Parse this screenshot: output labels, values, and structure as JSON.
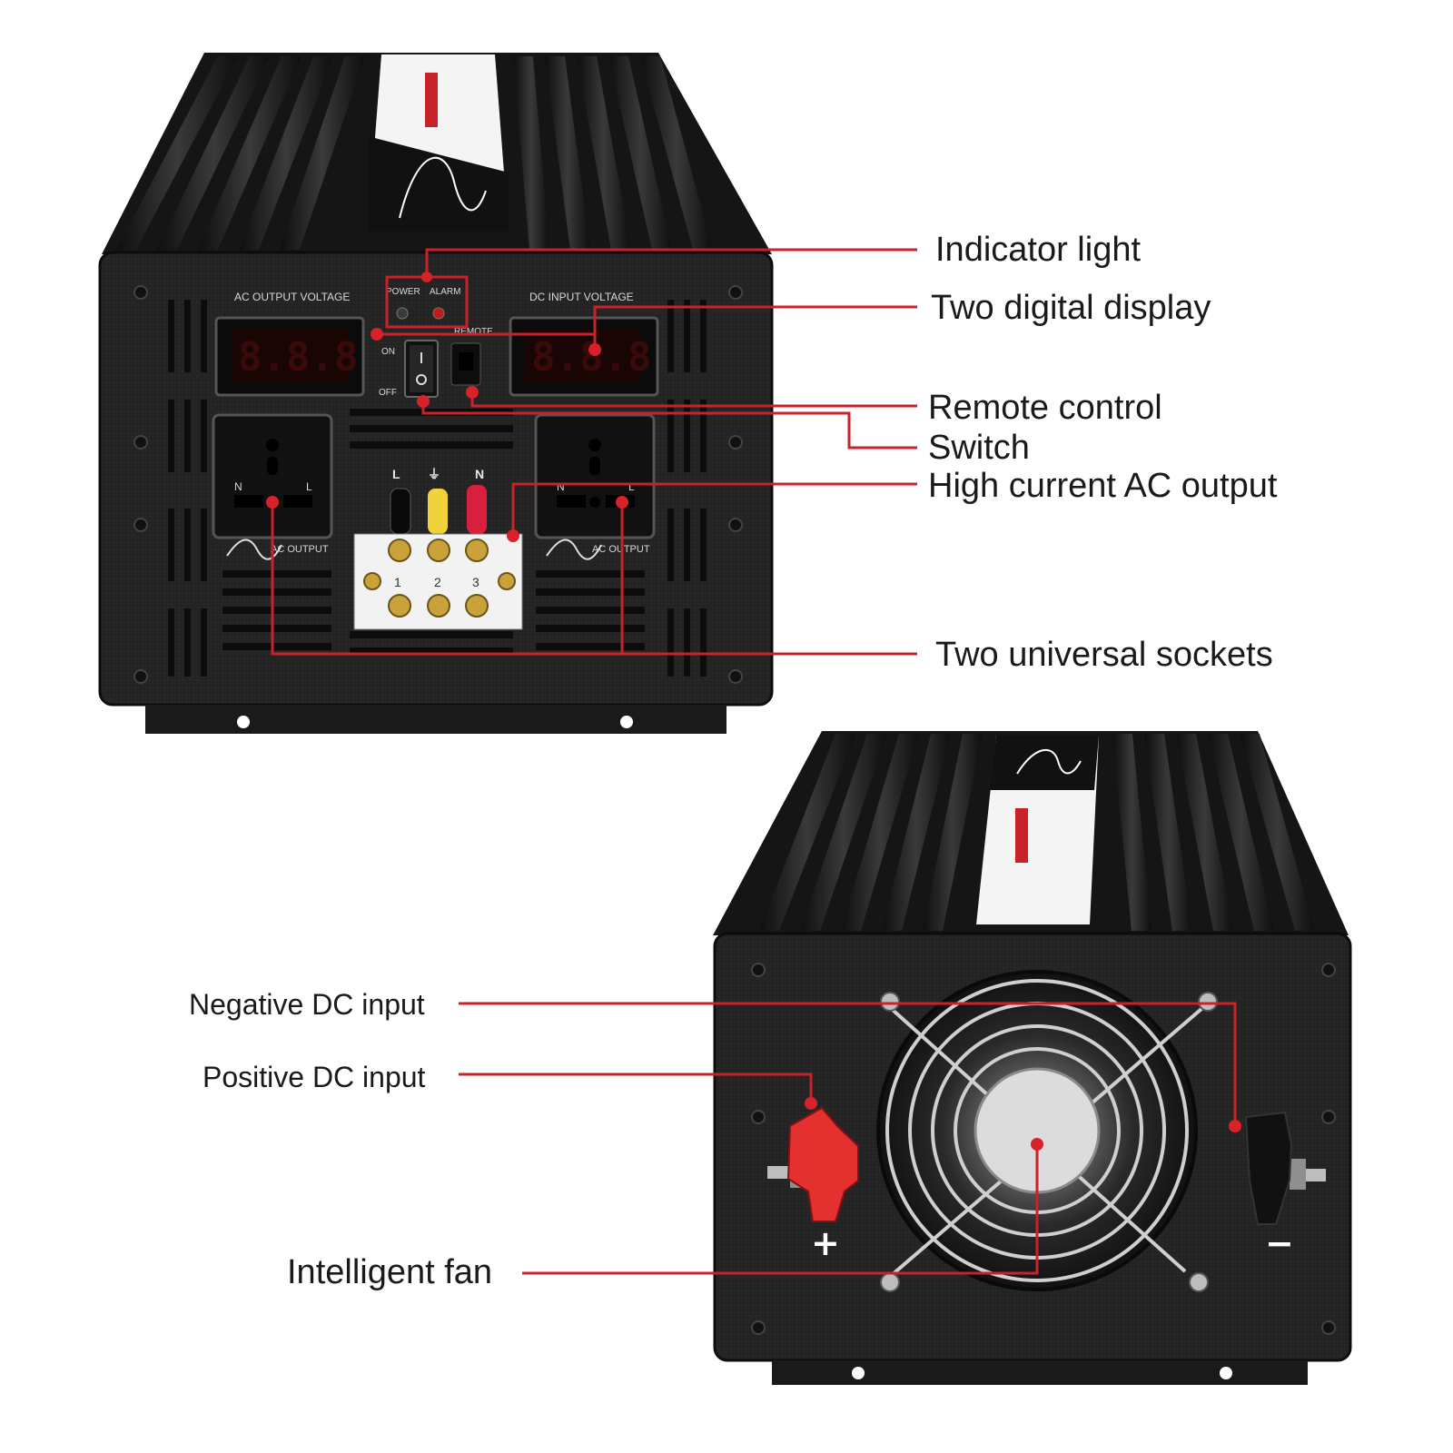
{
  "callouts": {
    "indicator_light": "Indicator light",
    "two_digital_display": "Two digital display",
    "remote_control": "Remote control",
    "switch": "Switch",
    "high_current_ac_output": "High current AC output",
    "two_universal_sockets": "Two universal sockets",
    "negative_dc_input": "Negative DC input",
    "positive_dc_input": "Positive DC input",
    "intelligent_fan": "Intelligent fan"
  },
  "front_panel": {
    "ac_output_voltage": "AC OUTPUT VOLTAGE",
    "dc_input_voltage": "DC  INPUT   VOLTAGE",
    "power": "POWER",
    "alarm": "ALARM",
    "remote": "REMOTE",
    "on": "ON",
    "off": "OFF",
    "display_value": "8.8.8",
    "ac_output_left": "AC OUTPUT",
    "ac_output_right": "AC OUTPUT",
    "terminal_l": "L",
    "terminal_n": "N",
    "socket_n": "N",
    "socket_l": "L",
    "term_num_1": "1",
    "term_num_2": "2",
    "term_num_3": "3"
  },
  "back_panel": {
    "plus_symbol": "+",
    "minus_symbol": "−"
  },
  "colors": {
    "callout_line": "#c8222a",
    "case_body": "#1c1c1c",
    "panel_face": "#2a2a2a",
    "display_red": "#b01818",
    "positive_terminal": "#e53030",
    "negative_terminal": "#111111"
  }
}
